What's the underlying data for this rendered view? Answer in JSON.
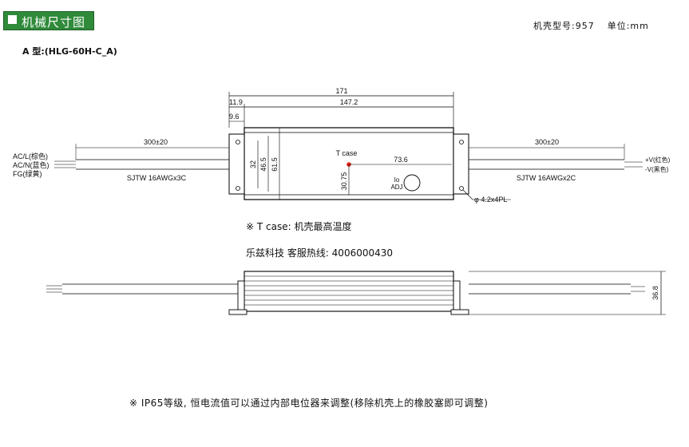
{
  "header": {
    "section_title": "机械尺寸图",
    "model_label": "机壳型号:957",
    "unit_label": "单位:mm"
  },
  "variant": {
    "title": "A 型:(HLG-60H-C_A)"
  },
  "top_view": {
    "dims": {
      "overall_length": "171",
      "body_length": "147.2",
      "end_offset": "11.9",
      "top_offset": "9.6",
      "input_cable_length": "300±20",
      "output_cable_length": "300±20",
      "hole_spacing": "32",
      "inner_width": "46.5",
      "body_width": "61.5",
      "tcase_x": "73.6",
      "tcase_y": "30.75",
      "mount_hole": "φ 4.2x4PL"
    },
    "labels": {
      "tcase": "T case",
      "io_adj_line1": "Io",
      "io_adj_line2": "ADJ",
      "input_cable": "SJTW 16AWGx3C",
      "output_cable": "SJTW 16AWGx2C"
    },
    "input_wires": [
      "AC/L(棕色)",
      "AC/N(蓝色)",
      "FG(绿黄)"
    ],
    "output_wires": [
      "+V(红色)",
      "-V(黑色)"
    ]
  },
  "notes": {
    "tcase_note": "※ T case: 机壳最高温度",
    "hotline": "乐兹科技 客服热线: 4006000430",
    "footnote": "※ IP65等级, 恒电流值可以通过内部电位器来调整(移除机壳上的橡胶塞即可调整)"
  },
  "side_view": {
    "height": "36.8"
  }
}
